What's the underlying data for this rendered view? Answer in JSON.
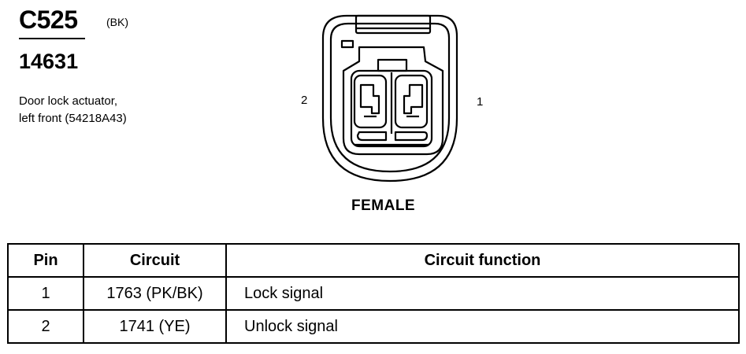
{
  "connector": {
    "id": "C525",
    "color_code": "(BK)",
    "part_number": "14631",
    "description_lines": [
      "Door lock actuator,",
      "left front (54218A43)"
    ],
    "gender": "FEMALE",
    "pin_labels": {
      "left": "2",
      "right": "1"
    }
  },
  "table": {
    "headers": [
      "Pin",
      "Circuit",
      "Circuit function"
    ],
    "rows": [
      {
        "pin": "1",
        "circuit": "1763 (PK/BK)",
        "function": "Lock signal"
      },
      {
        "pin": "2",
        "circuit": "1741 (YE)",
        "function": "Unlock signal"
      }
    ]
  }
}
